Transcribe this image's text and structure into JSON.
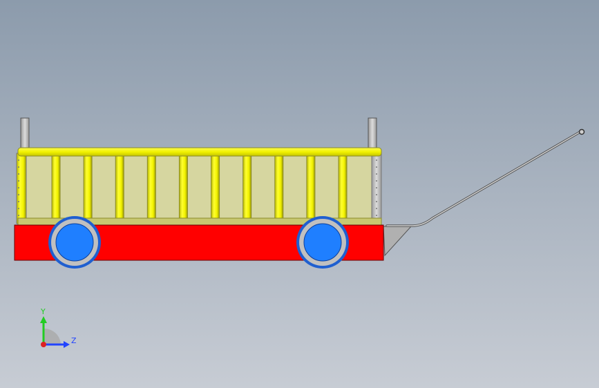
{
  "viewport": {
    "background_top": "#8c9bac",
    "background_bottom": "#c7ccd4"
  },
  "wagon": {
    "rail_color": "#f2f200",
    "rail_edge_color": "#8a8a2a",
    "bed_color": "#ff0000",
    "wheel_hub_color": "#1f7fff",
    "wheel_tire_color": "#c0c0c0",
    "wheel_rim_color": "#1f5fd0",
    "metal_color": "#b8b8b8",
    "post_count": 10
  },
  "triad": {
    "y_label": "Y",
    "z_label": "Z",
    "y_color": "#22cc22",
    "z_color": "#2244ff",
    "x_color": "#dd2222"
  }
}
